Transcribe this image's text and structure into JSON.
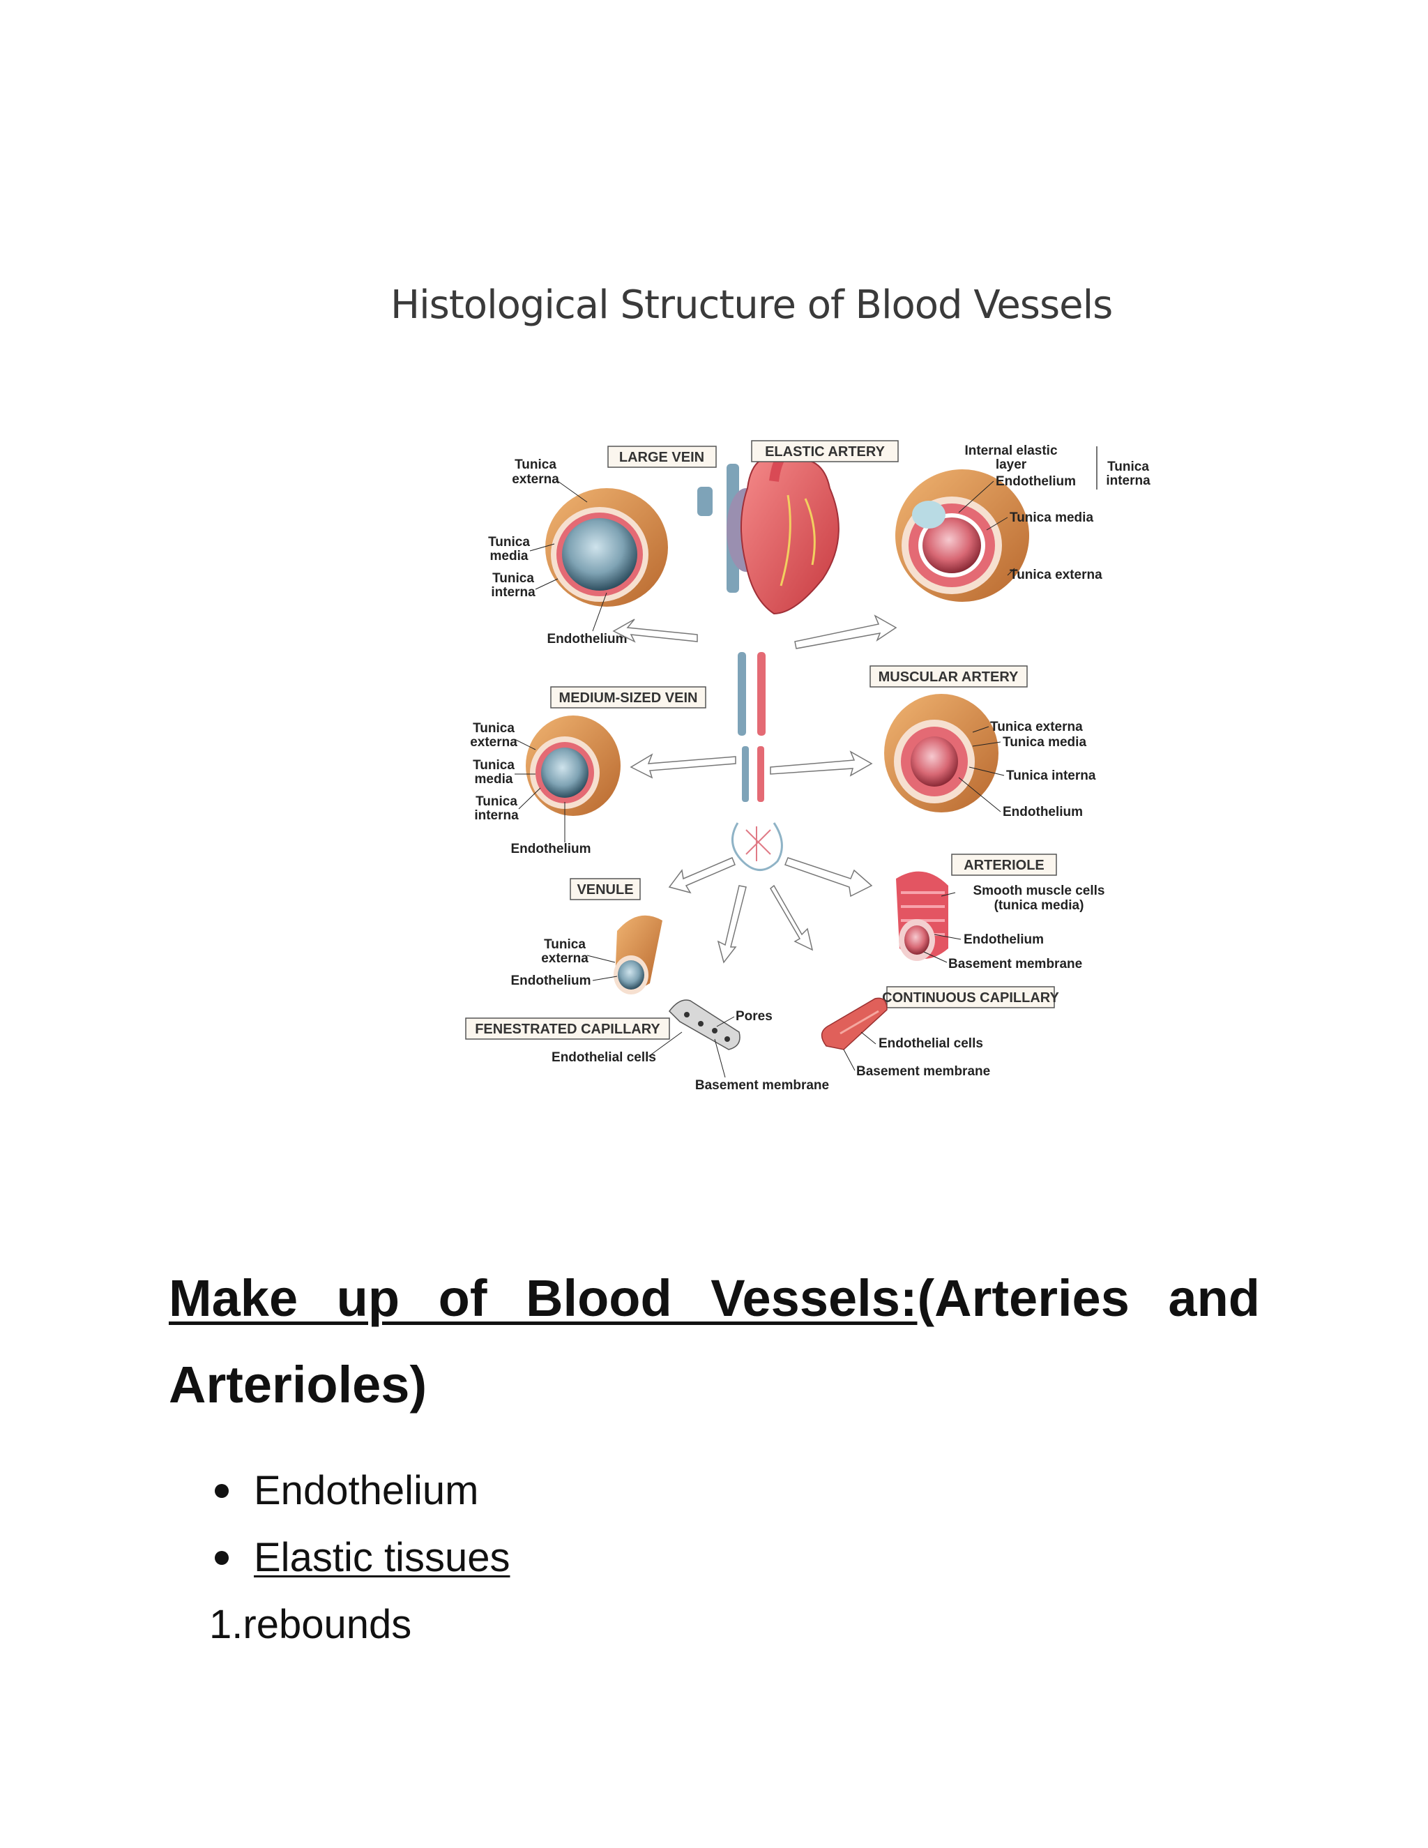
{
  "figure": {
    "title": "Histological Structure of Blood Vessels",
    "boxes": {
      "large_vein": "LARGE VEIN",
      "elastic_artery": "ELASTIC ARTERY",
      "medium_vein": "MEDIUM-SIZED VEIN",
      "muscular_artery": "MUSCULAR ARTERY",
      "venule": "VENULE",
      "arteriole": "ARTERIOLE",
      "fenestrated_capillary": "FENESTRATED CAPILLARY",
      "continuous_capillary": "CONTINUOUS CAPILLARY"
    },
    "labels": {
      "lv_externa_1": "Tunica",
      "lv_externa_2": "externa",
      "lv_media_1": "Tunica",
      "lv_media_2": "media",
      "lv_interna_1": "Tunica",
      "lv_interna_2": "interna",
      "lv_endo": "Endothelium",
      "ea_internal_elastic_1": "Internal elastic",
      "ea_internal_elastic_2": "layer",
      "ea_endo": "Endothelium",
      "ea_interna_1": "Tunica",
      "ea_interna_2": "interna",
      "ea_media": "Tunica media",
      "ea_externa": "Tunica externa",
      "mv_externa_1": "Tunica",
      "mv_externa_2": "externa",
      "mv_media_1": "Tunica",
      "mv_media_2": "media",
      "mv_interna_1": "Tunica",
      "mv_interna_2": "interna",
      "mv_endo": "Endothelium",
      "ma_externa": "Tunica externa",
      "ma_media": "Tunica media",
      "ma_interna": "Tunica interna",
      "ma_endo": "Endothelium",
      "vn_externa_1": "Tunica",
      "vn_externa_2": "externa",
      "vn_endo": "Endothelium",
      "ar_smooth_1": "Smooth muscle cells",
      "ar_smooth_2": "(tunica media)",
      "ar_endo": "Endothelium",
      "ar_basement": "Basement membrane",
      "fc_pores": "Pores",
      "fc_cells": "Endothelial cells",
      "fc_basement": "Basement membrane",
      "cc_cells": "Endothelial cells",
      "cc_basement": "Basement membrane"
    }
  },
  "heading": {
    "underlined": "Make up of Blood Vessels:",
    "rest": "(Arteries and Arterioles)"
  },
  "bullets": [
    "Endothelium",
    "Elastic tissues"
  ],
  "numbered": {
    "number": "1.",
    "text": "rebounds"
  },
  "colors": {
    "artery_red": "#e0505a",
    "vein_blue": "#6e95a8",
    "vessel_wall": "#d98a45"
  }
}
